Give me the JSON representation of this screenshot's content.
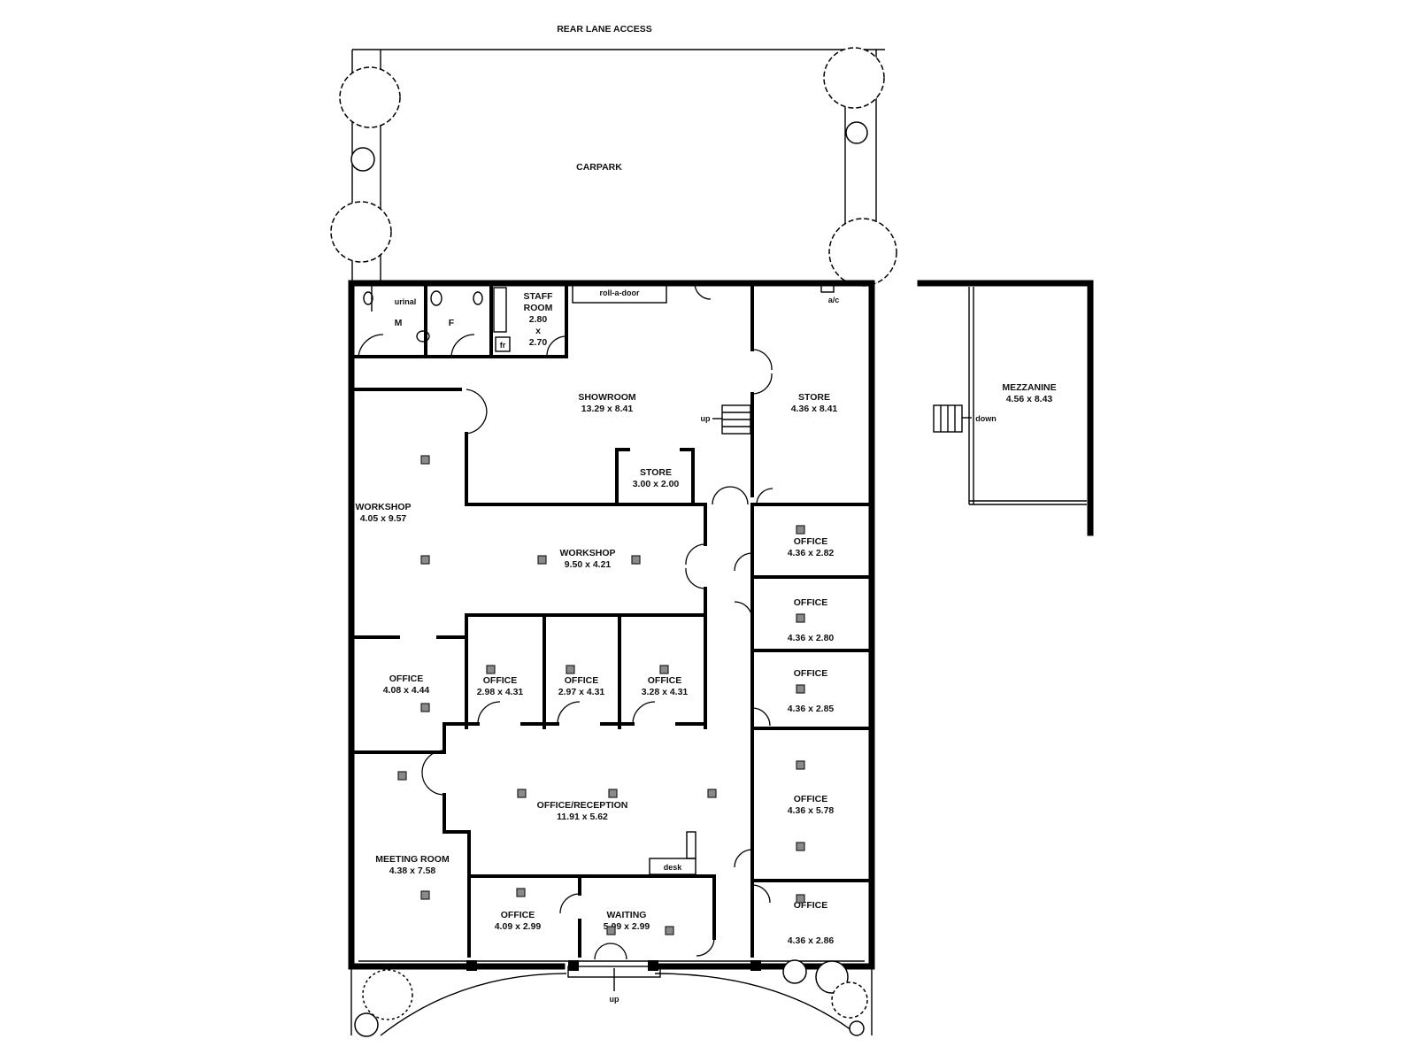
{
  "site": {
    "rear_lane": "REAR LANE ACCESS",
    "carpark": "CARPARK",
    "entry_up": "up"
  },
  "rooms": {
    "urinal": "urinal",
    "male_wc": "M",
    "female_wc": "F",
    "staff_room": [
      "STAFF",
      "ROOM",
      "2.80",
      "x",
      "2.70"
    ],
    "fridge": "fr",
    "roll_door": "roll-a-door",
    "ac": "a/c",
    "showroom": {
      "name": "SHOWROOM",
      "dims": "13.29 x 8.41"
    },
    "stair_up": "up",
    "store_small": {
      "name": "STORE",
      "dims": "3.00 x 2.00"
    },
    "store_right": {
      "name": "STORE",
      "dims": "4.36 x 8.41"
    },
    "workshop_left": {
      "name": "WORKSHOP",
      "dims": "4.05 x 9.57"
    },
    "workshop_center": {
      "name": "WORKSHOP",
      "dims": "9.50 x 4.21"
    },
    "office_r1": {
      "name": "OFFICE",
      "dims": "4.36 x 2.82"
    },
    "office_r2": {
      "name": "OFFICE",
      "dims": "4.36 x 2.80"
    },
    "office_r3": {
      "name": "OFFICE",
      "dims": "4.36 x 2.85"
    },
    "office_r4": {
      "name": "OFFICE",
      "dims": "4.36 x 5.78"
    },
    "office_r5": {
      "name": "OFFICE",
      "dims": "4.36 x 2.86"
    },
    "office_left": {
      "name": "OFFICE",
      "dims": "4.08 x 4.44"
    },
    "office_c1": {
      "name": "OFFICE",
      "dims": "2.98 x 4.31"
    },
    "office_c2": {
      "name": "OFFICE",
      "dims": "2.97 x 4.31"
    },
    "office_c3": {
      "name": "OFFICE",
      "dims": "3.28 x 4.31"
    },
    "reception": {
      "name": "OFFICE/RECEPTION",
      "dims": "11.91 x 5.62"
    },
    "desk": "desk",
    "meeting": {
      "name": "MEETING ROOM",
      "dims": "4.38 x 7.58"
    },
    "office_bottom": {
      "name": "OFFICE",
      "dims": "4.09 x 2.99"
    },
    "waiting": {
      "name": "WAITING",
      "dims": "5.09 x 2.99"
    }
  },
  "mezzanine": {
    "name": "MEZZANINE",
    "dims": "4.56 x 8.43",
    "stair_down": "down"
  }
}
